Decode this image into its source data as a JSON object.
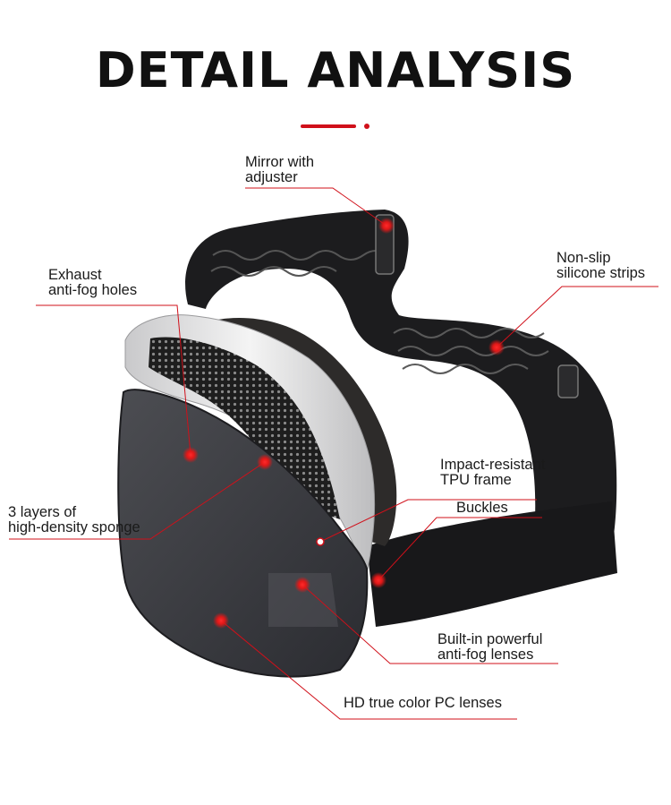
{
  "page": {
    "title": "DETAIL ANALYSIS",
    "accent_color": "#d0101a"
  },
  "callouts": {
    "mirror": {
      "line1": "Mirror with",
      "line2": "adjuster"
    },
    "exhaust": {
      "line1": "Exhaust",
      "line2": "anti-fog holes"
    },
    "strips": {
      "line1": "Non-slip",
      "line2": "silicone strips"
    },
    "frame": {
      "line1": "Impact-resistant",
      "line2": "TPU frame"
    },
    "sponge": {
      "line1": "3 layers of",
      "line2": "high-density sponge"
    },
    "buckles": {
      "line1": "Buckles"
    },
    "antifog": {
      "line1": "Built-in powerful",
      "line2": "anti-fog lenses"
    },
    "pc": {
      "line1": "HD true color PC lenses"
    }
  }
}
